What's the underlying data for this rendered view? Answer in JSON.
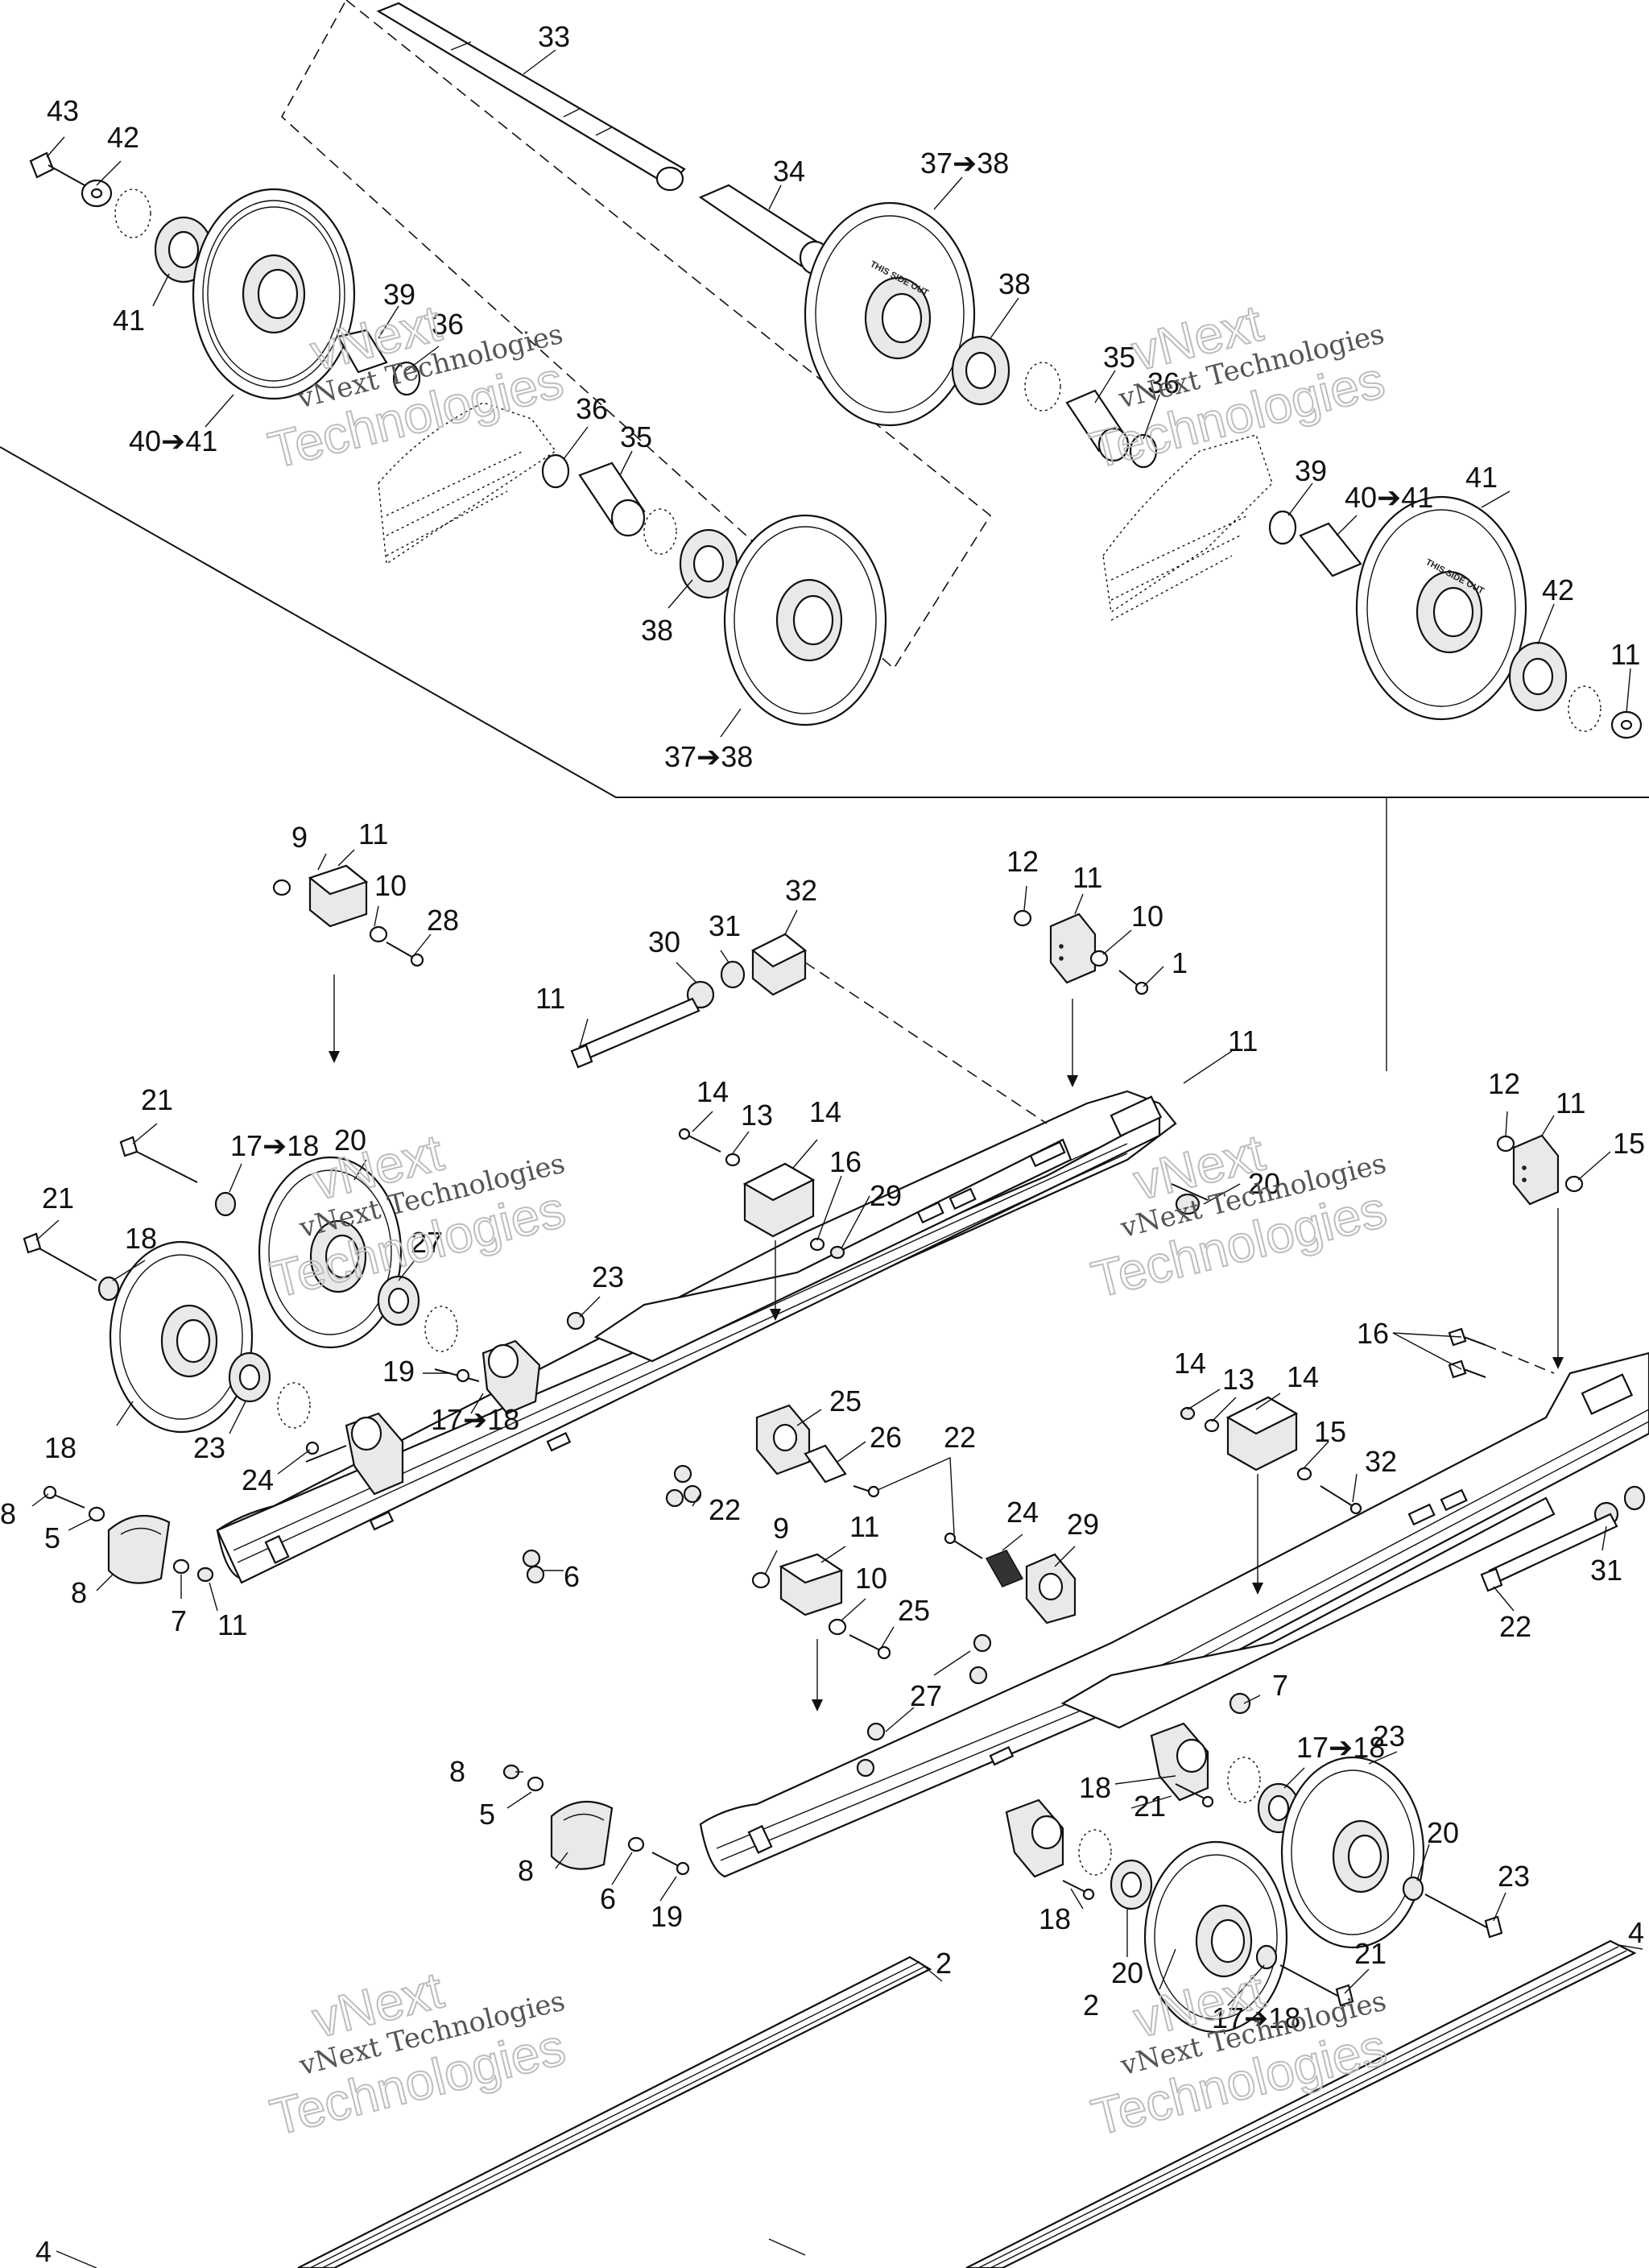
{
  "diagram": {
    "callouts": [
      "33",
      "34",
      "43",
      "42",
      "41",
      "40➔41",
      "39",
      "36",
      "36",
      "35",
      "38",
      "37➔38",
      "37➔38",
      "38",
      "35",
      "36",
      "39",
      "40➔41",
      "41",
      "42",
      "11",
      "9",
      "11",
      "10",
      "28",
      "32",
      "30",
      "31",
      "11",
      "12",
      "11",
      "10",
      "1",
      "11",
      "12",
      "11",
      "15",
      "14",
      "13",
      "14",
      "16",
      "29",
      "20",
      "21",
      "17➔18",
      "20",
      "21",
      "18",
      "27",
      "23",
      "19",
      "17➔18",
      "18",
      "23",
      "24",
      "25",
      "26",
      "22",
      "22",
      "6",
      "8",
      "5",
      "8",
      "7",
      "11",
      "9",
      "11",
      "10",
      "25",
      "24",
      "29",
      "16",
      "14",
      "13",
      "14",
      "15",
      "32",
      "31",
      "22",
      "27",
      "7",
      "8",
      "5",
      "8",
      "6",
      "19",
      "18",
      "17➔18",
      "23",
      "21",
      "20",
      "23",
      "18",
      "20",
      "21",
      "17➔18",
      "2",
      "2",
      "4",
      "4"
    ],
    "wheel_stamp": "THIS SIDE OUT",
    "watermark_line1": "vNext",
    "watermark_line2": "vNext Technologies",
    "watermark_line3": "Technologies"
  }
}
